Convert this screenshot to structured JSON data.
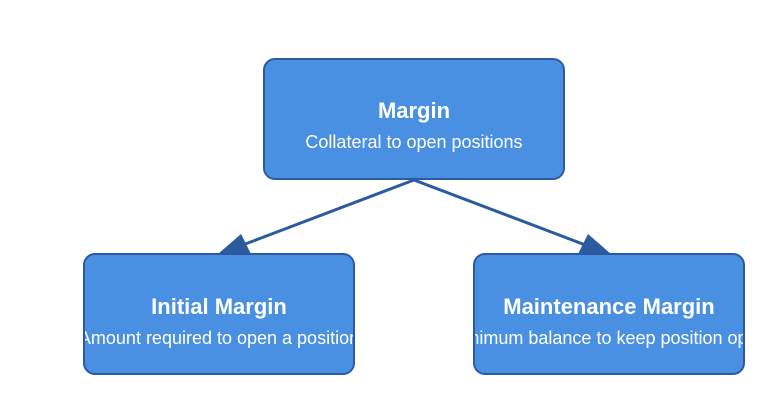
{
  "diagram": {
    "root": {
      "title": "Margin",
      "description": "Collateral to open positions"
    },
    "children": [
      {
        "title": "Initial Margin",
        "description": "Amount required to open a position"
      },
      {
        "title": "Maintenance Margin",
        "description": "Minimum balance to keep position open"
      }
    ],
    "colors": {
      "node_fill": "#4a90e2",
      "node_border": "#2c5aa0",
      "connector": "#2c5aa0",
      "text": "#ffffff"
    }
  }
}
